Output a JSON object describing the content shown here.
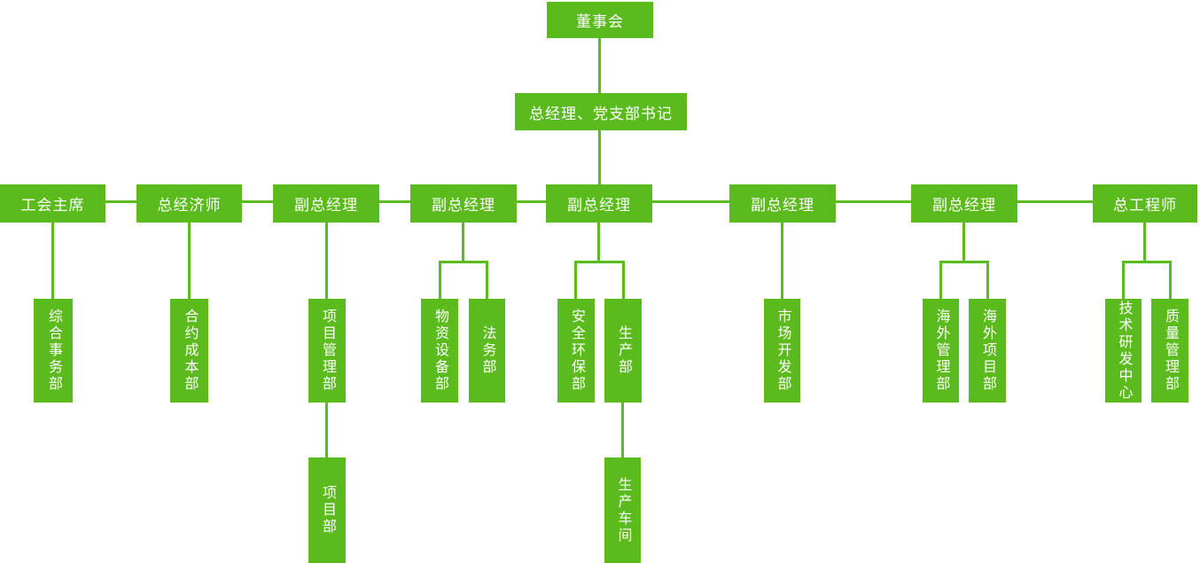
{
  "chart": {
    "type": "org-chart",
    "level1": {
      "label": "董事会"
    },
    "level2": {
      "label": "总经理、党支部书记"
    },
    "level3": [
      {
        "label": "工会主席"
      },
      {
        "label": "总经济师"
      },
      {
        "label": "副总经理"
      },
      {
        "label": "副总经理"
      },
      {
        "label": "副总经理"
      },
      {
        "label": "副总经理"
      },
      {
        "label": "副总经理"
      },
      {
        "label": "总工程师"
      }
    ],
    "departments": [
      {
        "label": "综合事务部",
        "parent": "工会主席"
      },
      {
        "label": "合约成本部",
        "parent": "总经济师"
      },
      {
        "label": "项目管理部",
        "parent": "副总经理"
      },
      {
        "label": "物资设备部",
        "parent": "副总经理"
      },
      {
        "label": "法务部",
        "parent": "副总经理"
      },
      {
        "label": "安全环保部",
        "parent": "副总经理"
      },
      {
        "label": "生产部",
        "parent": "副总经理"
      },
      {
        "label": "市场开发部",
        "parent": "副总经理"
      },
      {
        "label": "海外管理部",
        "parent": "副总经理"
      },
      {
        "label": "海外项目部",
        "parent": "副总经理"
      },
      {
        "label": "技术研发中心",
        "parent": "总工程师"
      },
      {
        "label": "质量管理部",
        "parent": "总工程师"
      }
    ],
    "sub_departments": [
      {
        "label": "项目部",
        "parent": "项目管理部"
      },
      {
        "label": "生产车间",
        "parent": "生产部"
      }
    ],
    "colors": {
      "node_fill": "#5bba1c",
      "connector": "#5bba1c",
      "text": "#ffffff",
      "background": "#ffffff"
    }
  }
}
